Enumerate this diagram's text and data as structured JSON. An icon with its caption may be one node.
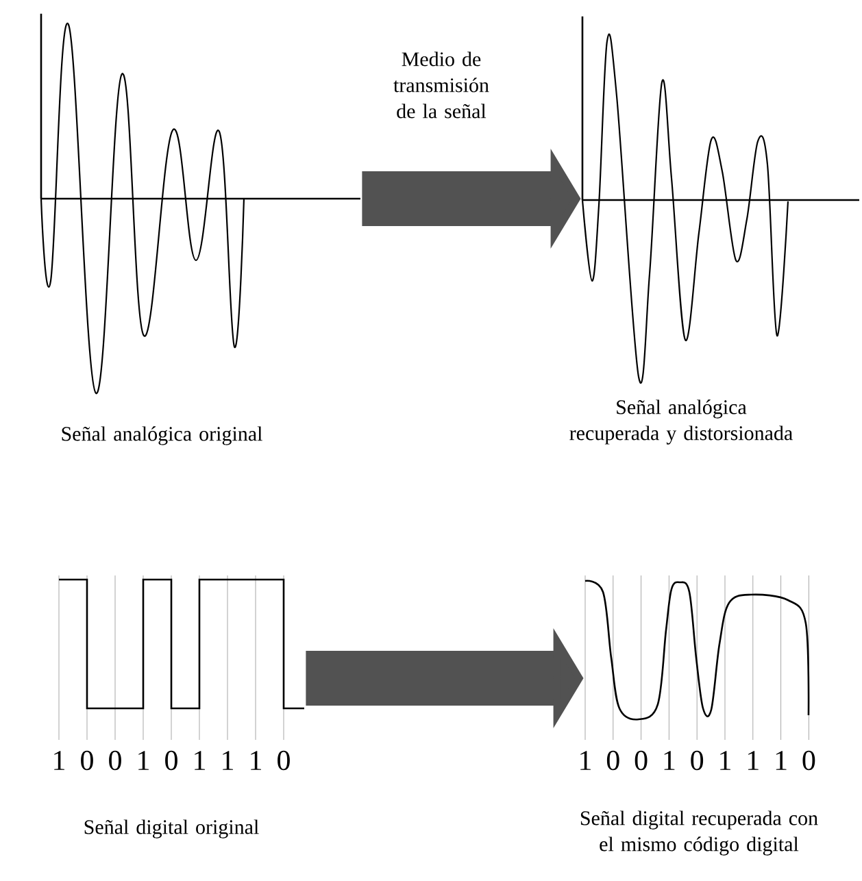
{
  "diagram": {
    "nodes": [
      {
        "text": [],
        "shape": "picture",
        "beside": [
          "Señal analógica original"
        ]
      },
      {
        "text": [],
        "shape": "picture",
        "beside": [
          "Señal analógica recuperada y distorsionada"
        ]
      },
      {
        "text": [],
        "shape": "picture",
        "beside": [
          "1",
          "0",
          "0",
          "1",
          "0",
          "1",
          "1",
          "1",
          "0",
          "Señal digital original"
        ]
      },
      {
        "text": [],
        "shape": "picture",
        "beside": [
          "1",
          "0",
          "0",
          "1",
          "0",
          "1",
          "1",
          "1",
          "0",
          "Señal digital recuperada con el mismo código digital"
        ]
      }
    ],
    "edges": [
      {
        "from": 0,
        "to": 1,
        "arrow": "to",
        "label": "Medio de transmisión de la señal"
      },
      {
        "from": 2,
        "to": 3,
        "arrow": "to"
      }
    ]
  }
}
